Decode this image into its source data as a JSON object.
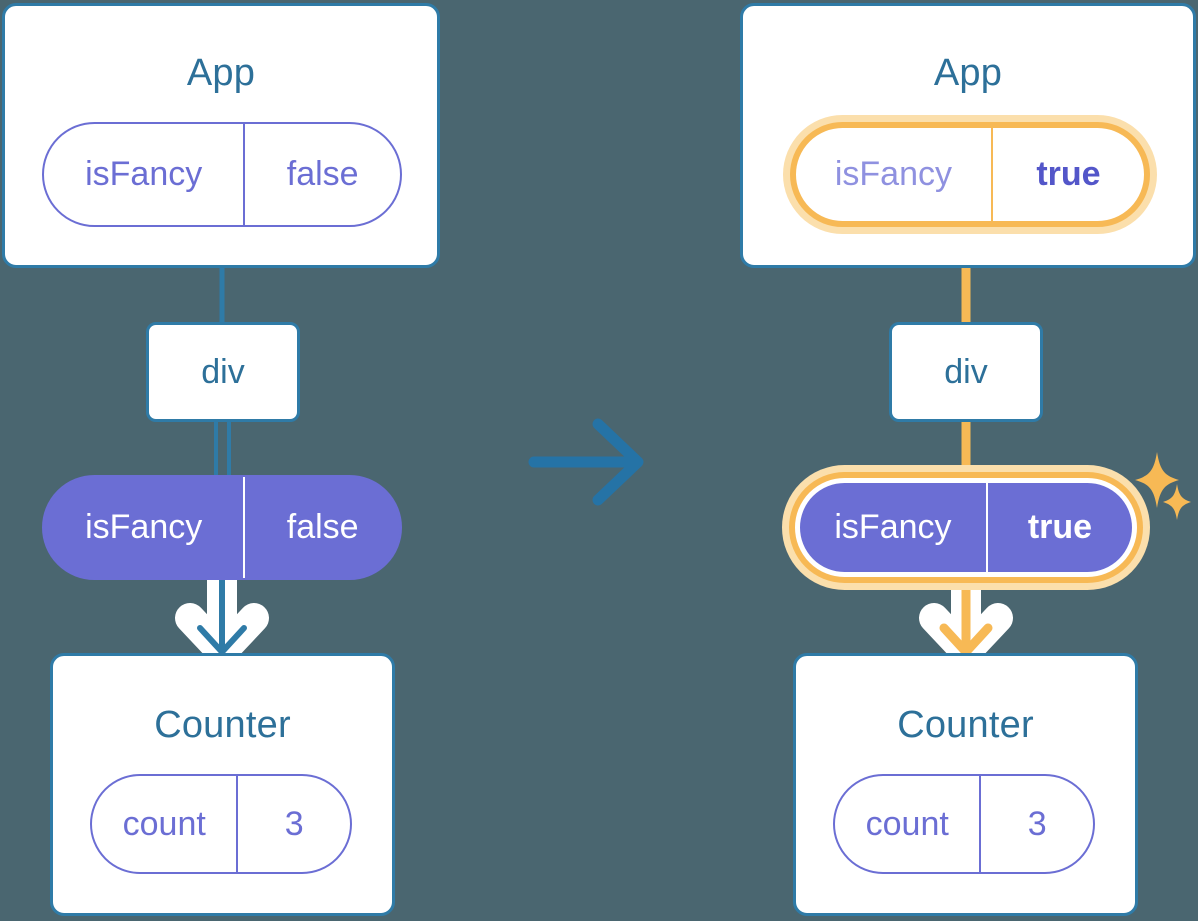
{
  "diagram": {
    "background_color": "#4a6670",
    "title": "",
    "type": "react-state-propagation-diagram",
    "panels": [
      {
        "id": "before",
        "app": {
          "title": "App",
          "state_pill": {
            "name": "isFancy",
            "value": "false",
            "style": "outline",
            "highlighted": false,
            "name_color": "#6b6ed4",
            "value_color": "#6b6ed4"
          }
        },
        "div": {
          "label": "div"
        },
        "prop_pill": {
          "name": "isFancy",
          "value": "false",
          "style": "filled",
          "highlighted": false,
          "fill_color": "#6b6ed4",
          "text_color": "#ffffff"
        },
        "counter": {
          "title": "Counter",
          "state_pill": {
            "name": "count",
            "value": "3",
            "style": "outline",
            "highlighted": false
          }
        },
        "edge_color": "#2f7ba7",
        "arrow_color": "#2f7ba7"
      },
      {
        "id": "after",
        "app": {
          "title": "App",
          "state_pill": {
            "name": "isFancy",
            "value": "true",
            "style": "outline",
            "highlighted": true,
            "value_bold": true,
            "name_color": "#8f91e0",
            "value_color": "#5356c9",
            "highlight_color": "#f7b955",
            "highlight_glow_color": "#fbdfac"
          },
          "sparkle_count": 2
        },
        "div": {
          "label": "div"
        },
        "prop_pill": {
          "name": "isFancy",
          "value": "true",
          "style": "filled",
          "highlighted": true,
          "value_bold": true,
          "fill_color": "#6b6ed4",
          "text_color": "#ffffff",
          "highlight_color": "#f7b955",
          "highlight_glow_color": "#fbdfac"
        },
        "sparkle_count": 2,
        "counter": {
          "title": "Counter",
          "state_pill": {
            "name": "count",
            "value": "3",
            "style": "outline",
            "highlighted": false
          }
        },
        "edge_color": "#f7b955",
        "arrow_color": "#f7b955"
      }
    ],
    "transition_arrow": {
      "direction": "right",
      "color": "#2f7ba7",
      "label": ""
    },
    "colors": {
      "box_border": "#2f7ba7",
      "box_fill": "#ffffff",
      "title_text": "#2d7099",
      "purple": "#6b6ed4",
      "orange": "#f7b955",
      "orange_light": "#fbdfac",
      "arrow_halo": "#ffffff",
      "inner_line_left": "#cdd9ea",
      "inner_line_right": "#fbe3b8"
    }
  }
}
